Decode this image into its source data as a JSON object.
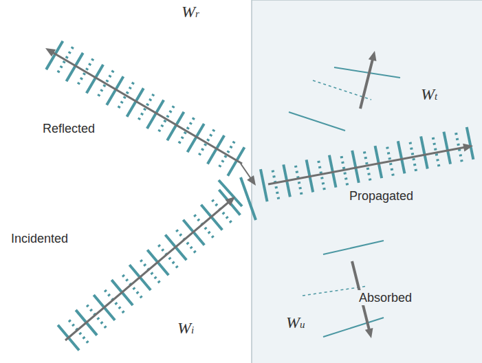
{
  "diagram": {
    "labels": [
      "Wr",
      "Reflected",
      "Wt",
      "Propagated",
      "Incidented",
      "Wu",
      "Absorbed",
      "Wi"
    ]
  }
}
